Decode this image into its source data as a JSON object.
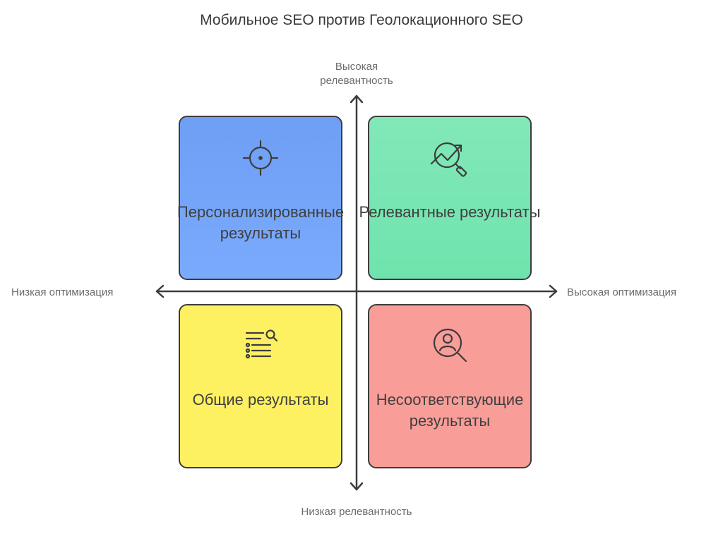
{
  "title": "Мобильное SEO против Геолокационного SEO",
  "axes": {
    "top": "Высокая релевантность",
    "bottom": "Низкая релевантность",
    "left": "Низкая оптимизация",
    "right": "Высокая оптимизация"
  },
  "quadrants": [
    {
      "position": "top-left",
      "label": "Персонализированные результаты",
      "icon": "crosshair-icon",
      "color": "#7aaafc"
    },
    {
      "position": "top-right",
      "label": "Релевантные результаты",
      "icon": "trend-search-icon",
      "color": "#7fe6b6"
    },
    {
      "position": "bottom-left",
      "label": "Общие результаты",
      "icon": "list-search-icon",
      "color": "#fdf061"
    },
    {
      "position": "bottom-right",
      "label": "Несоответствующие результаты",
      "icon": "user-search-icon",
      "color": "#f99d98"
    }
  ]
}
